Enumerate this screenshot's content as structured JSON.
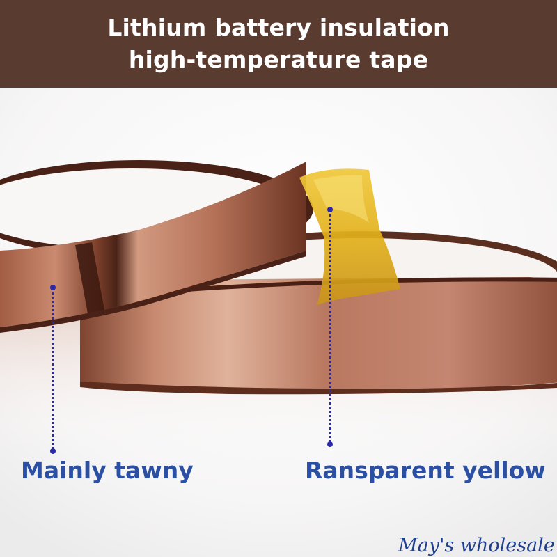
{
  "banner": {
    "line1": "Lithium battery insulation",
    "line2": "high-temperature tape"
  },
  "callouts": {
    "left": "Mainly tawny",
    "right": "Ransparent yellow"
  },
  "watermark": "May's wholesale",
  "colors": {
    "banner_bg": "#5a3b30",
    "banner_text": "#ffffff",
    "callout_text": "#2a4fa3",
    "dot_line": "#2c2aa8",
    "tape_copper": "#b8755a",
    "tape_amber": "#e3b21c",
    "watermark_text": "#1f3f8f"
  }
}
